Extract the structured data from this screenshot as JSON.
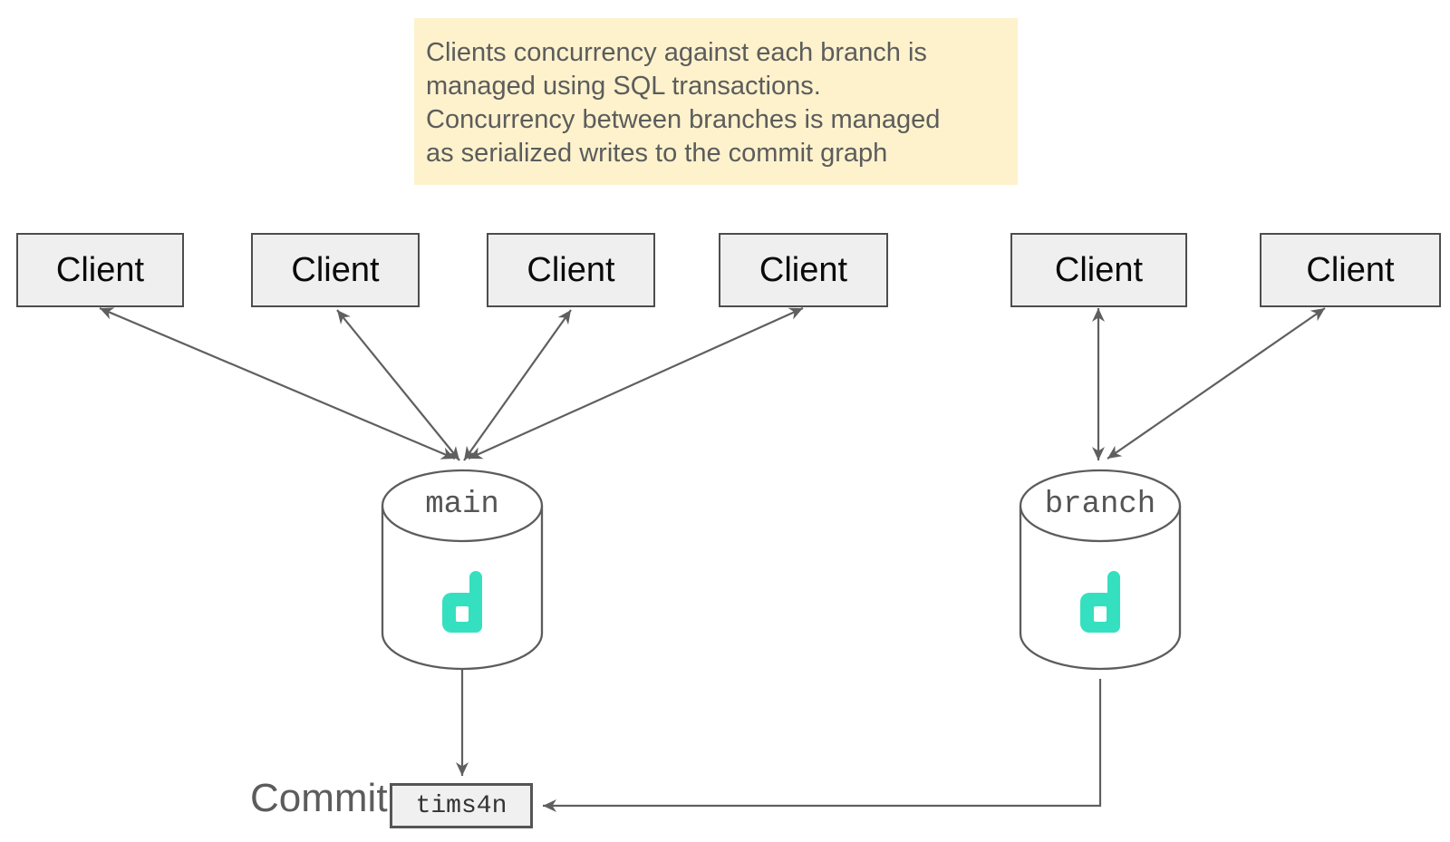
{
  "note": {
    "lines": [
      "Clients concurrency against each branch is",
      "managed using SQL transactions.",
      "Concurrency between branches is managed",
      "as serialized writes to the commit graph"
    ],
    "bg_color": "#fdf2cc",
    "text_color": "#5c5c5c"
  },
  "clients": [
    {
      "label": "Client"
    },
    {
      "label": "Client"
    },
    {
      "label": "Client"
    },
    {
      "label": "Client"
    },
    {
      "label": "Client"
    },
    {
      "label": "Client"
    }
  ],
  "databases": [
    {
      "name": "main",
      "logo_icon": "dolt-d-icon",
      "logo_color": "#35e0c0"
    },
    {
      "name": "branch",
      "logo_icon": "dolt-d-icon",
      "logo_color": "#35e0c0"
    }
  ],
  "commit": {
    "label": "Commit",
    "hash": "tims4n"
  },
  "colors": {
    "arrow": "#5f5f5f",
    "client_box_fill": "#efefef",
    "client_box_border": "#4d4d4d",
    "cylinder_stroke": "#5c5c5c",
    "dolt_teal": "#35e0c0",
    "note_bg": "#fdf2cc"
  }
}
